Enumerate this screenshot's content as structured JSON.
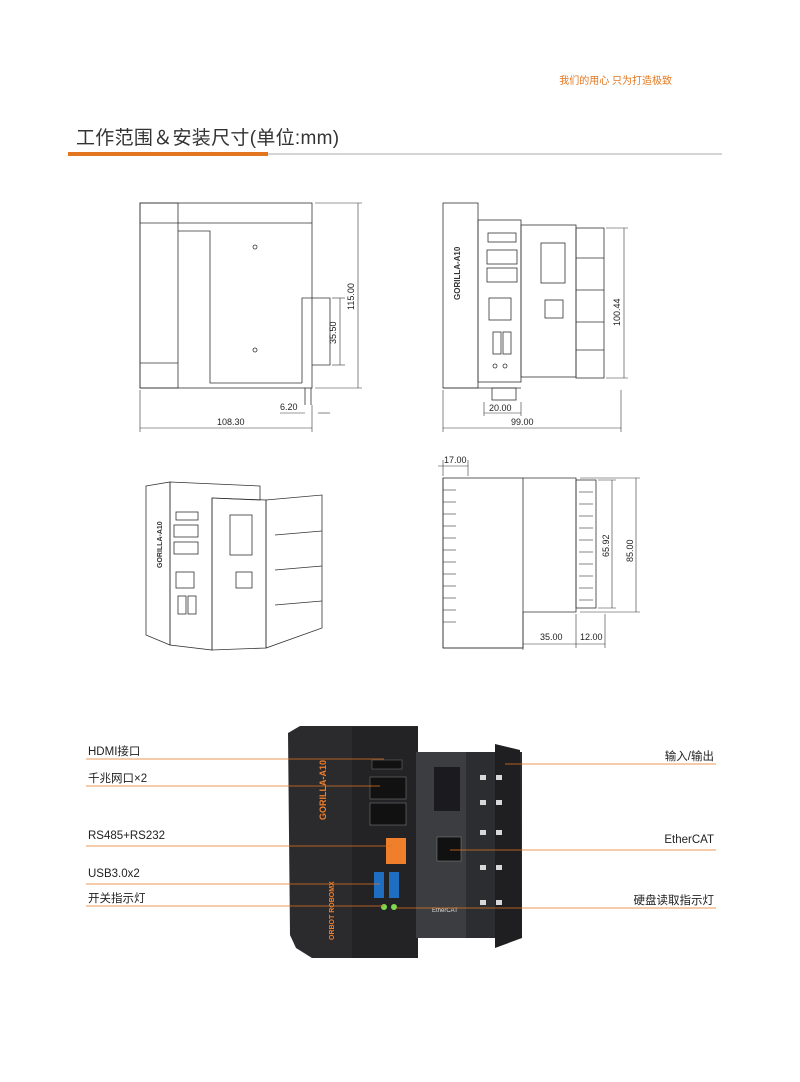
{
  "header": {
    "tagline": "我们的用心  只为打造极致",
    "section_title": "工作范围＆安装尺寸(单位:mm)"
  },
  "drawings": {
    "side_view": {
      "width": "108.30",
      "height": "115.00",
      "inner": "35.50",
      "offset": "6.20"
    },
    "front_view": {
      "width": "99.00",
      "height": "100.44",
      "rail": "20.00",
      "product_label": "GORILLA-A10"
    },
    "iso_view": {
      "product_label": "GORILLA-A10"
    },
    "top_view": {
      "d1": "17.00",
      "d2": "65.92",
      "d3": "85.00",
      "d4": "35.00",
      "d5": "12.00"
    }
  },
  "product": {
    "model": "GORILLA-A10",
    "brand": "ORBOT ROBOMX",
    "ethercat_label": "EtherCAT"
  },
  "callouts": {
    "hdmi": "HDMI接口",
    "gigabit": "千兆网口×2",
    "rs485": "RS485+RS232",
    "usb": "USB3.0x2",
    "power_led": "开关指示灯",
    "io": "输入/输出",
    "ethercat": "EtherCAT",
    "disk_led": "硬盘读取指示灯"
  },
  "colors": {
    "accent": "#e2761f",
    "rule": "#d4d4d4",
    "device": "#2b2b2e"
  }
}
